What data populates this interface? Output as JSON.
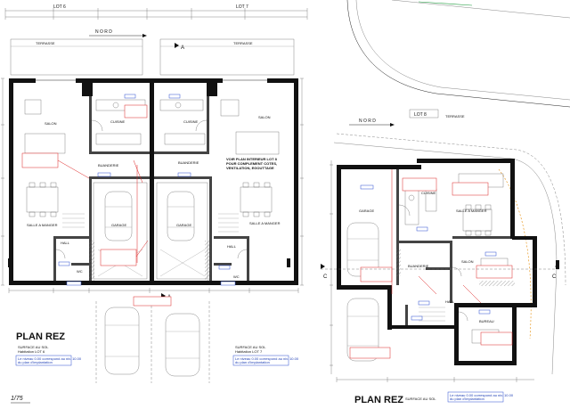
{
  "lots": {
    "lot6": "LOT 6",
    "lot7": "LOT 7",
    "lot8": "LOT 8"
  },
  "orientation": {
    "nord_left": "N O R D",
    "nord_right": "N O R D"
  },
  "rooms_left": {
    "terrasse_1": "TERRASSE",
    "terrasse_2": "TERRASSE",
    "salon_1": "SALON",
    "salon_2": "SALON",
    "cuisine_1": "CUISINE",
    "cuisine_2": "CUISINE",
    "buanderie_1": "BUANDERIE",
    "buanderie_2": "BUANDERIE",
    "garage_1": "GARAGE",
    "garage_2": "GARAGE",
    "salle_a_manger_1": "SALLE A MANGER",
    "salle_a_manger_2": "SALLE A MANGER",
    "hall_1": "HALL",
    "hall_2": "HALL",
    "wc_1": "WC",
    "wc_2": "WC"
  },
  "rooms_right": {
    "terrasse": "TERRASSE",
    "garage": "GARAGE",
    "cuisine": "CUISINE",
    "salle_a_manger": "SALLE A MANGER",
    "buanderie": "BUANDERIE",
    "salon": "SALON",
    "hall": "HALL",
    "bureau": "BUREAU"
  },
  "notes": {
    "voir_plan": "VOIR PLAN INTERIEUR LOT 8",
    "pour_complement": "POUR COMPLEMENT COTES,",
    "ventilation": "VENTILATION, EGOUTTAGE"
  },
  "titles": {
    "plan_rez_left": "PLAN REZ",
    "plan_rez_right": "PLAN REZ",
    "scale": "1/75"
  },
  "surfaces": {
    "left_1_label": "SURFACE AU SOL",
    "left_1_sub": "Habitation LOT 6",
    "left_2_label": "SURFACE AU SOL",
    "left_2_sub": "Habitation LOT 7",
    "right_label": "SURFACE AU SOL"
  },
  "niveau_notes": {
    "left_1": "Le niveau 0.00 correspond au niv. 10.00",
    "left_1b": "du plan d'implantation",
    "left_2": "Le niveau 0.00 correspond au niv. 10.00",
    "left_2b": "du plan d'implantation",
    "right": "Le niveau 0.00 correspond au niv. 10.00",
    "right_b": "du plan d'implantation"
  },
  "section_marks": {
    "a_top": "A",
    "a_bottom": "A",
    "c_left": "C",
    "c_right": "C"
  },
  "colors": {
    "wall": "#111111",
    "annotation_red": "#cc1f1f",
    "annotation_blue": "#1f3fb5",
    "note_green": "#1a9a3a",
    "boundary_orange": "#e58a00"
  }
}
